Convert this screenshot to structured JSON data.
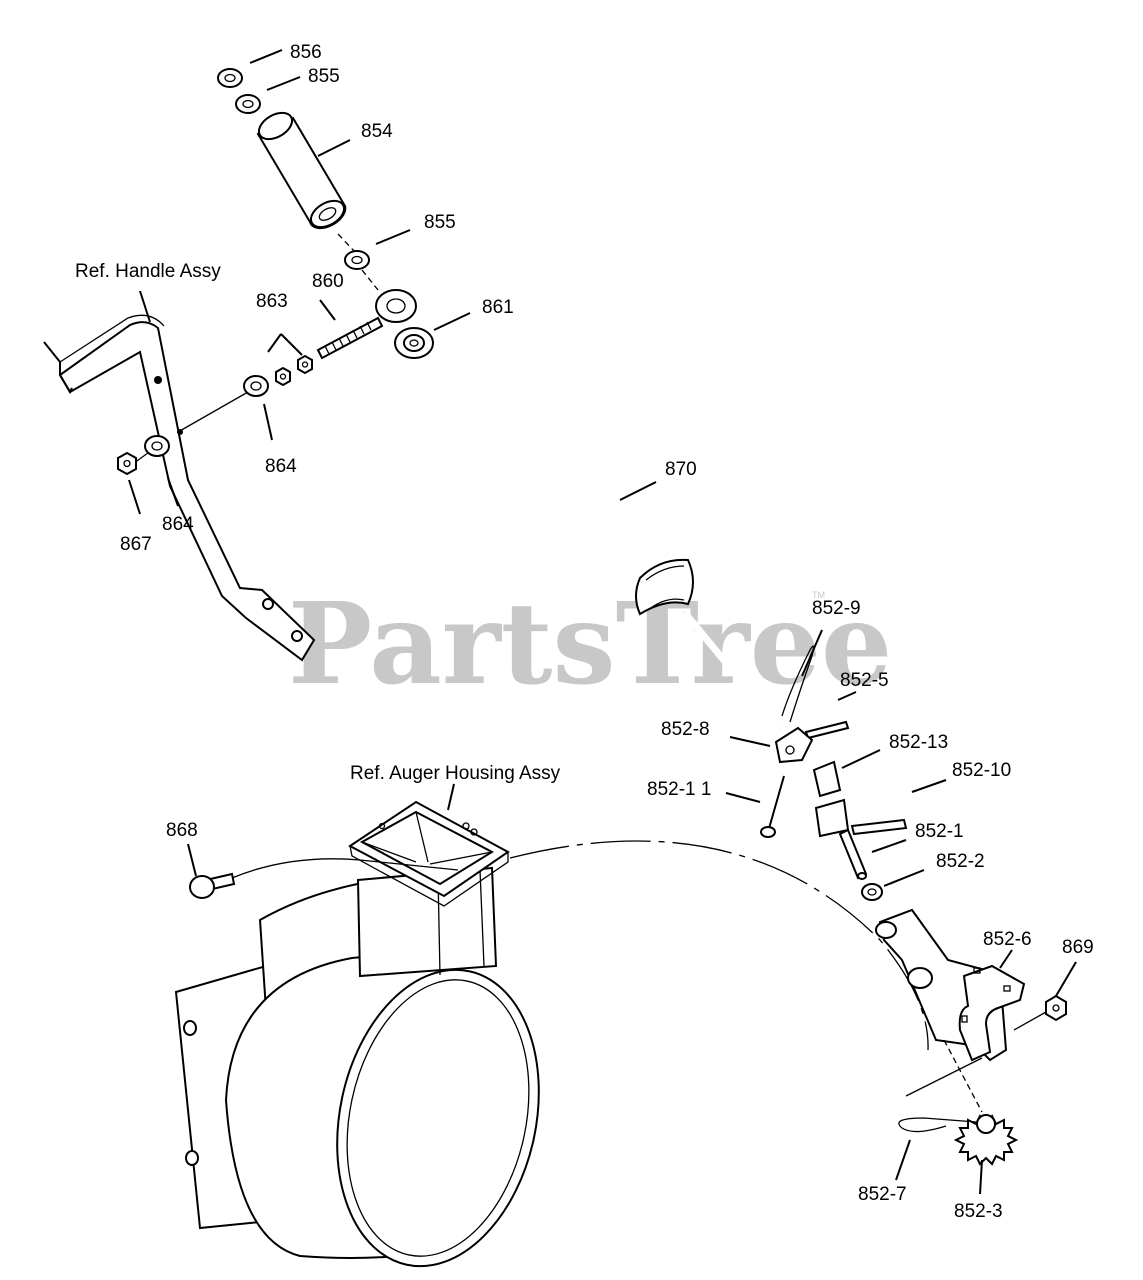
{
  "watermark": {
    "text": "PartsTree",
    "tm": "TM"
  },
  "references": {
    "handle": "Ref. Handle Assy",
    "auger_housing": "Ref. Auger Housing Assy"
  },
  "callouts": {
    "p856": "856",
    "p855_top": "855",
    "p854": "854",
    "p855_mid": "855",
    "p860": "860",
    "p863": "863",
    "p861": "861",
    "p864_right": "864",
    "p864_left": "864",
    "p867": "867",
    "p870": "870",
    "p852_9": "852-9",
    "p852_5": "852-5",
    "p852_8": "852-8",
    "p852_13": "852-13",
    "p852_10": "852-10",
    "p852_11": "852-1 1",
    "p852_1": "852-1",
    "p852_2": "852-2",
    "p852_6": "852-6",
    "p869": "869",
    "p852_7": "852-7",
    "p852_3": "852-3",
    "p868": "868"
  }
}
